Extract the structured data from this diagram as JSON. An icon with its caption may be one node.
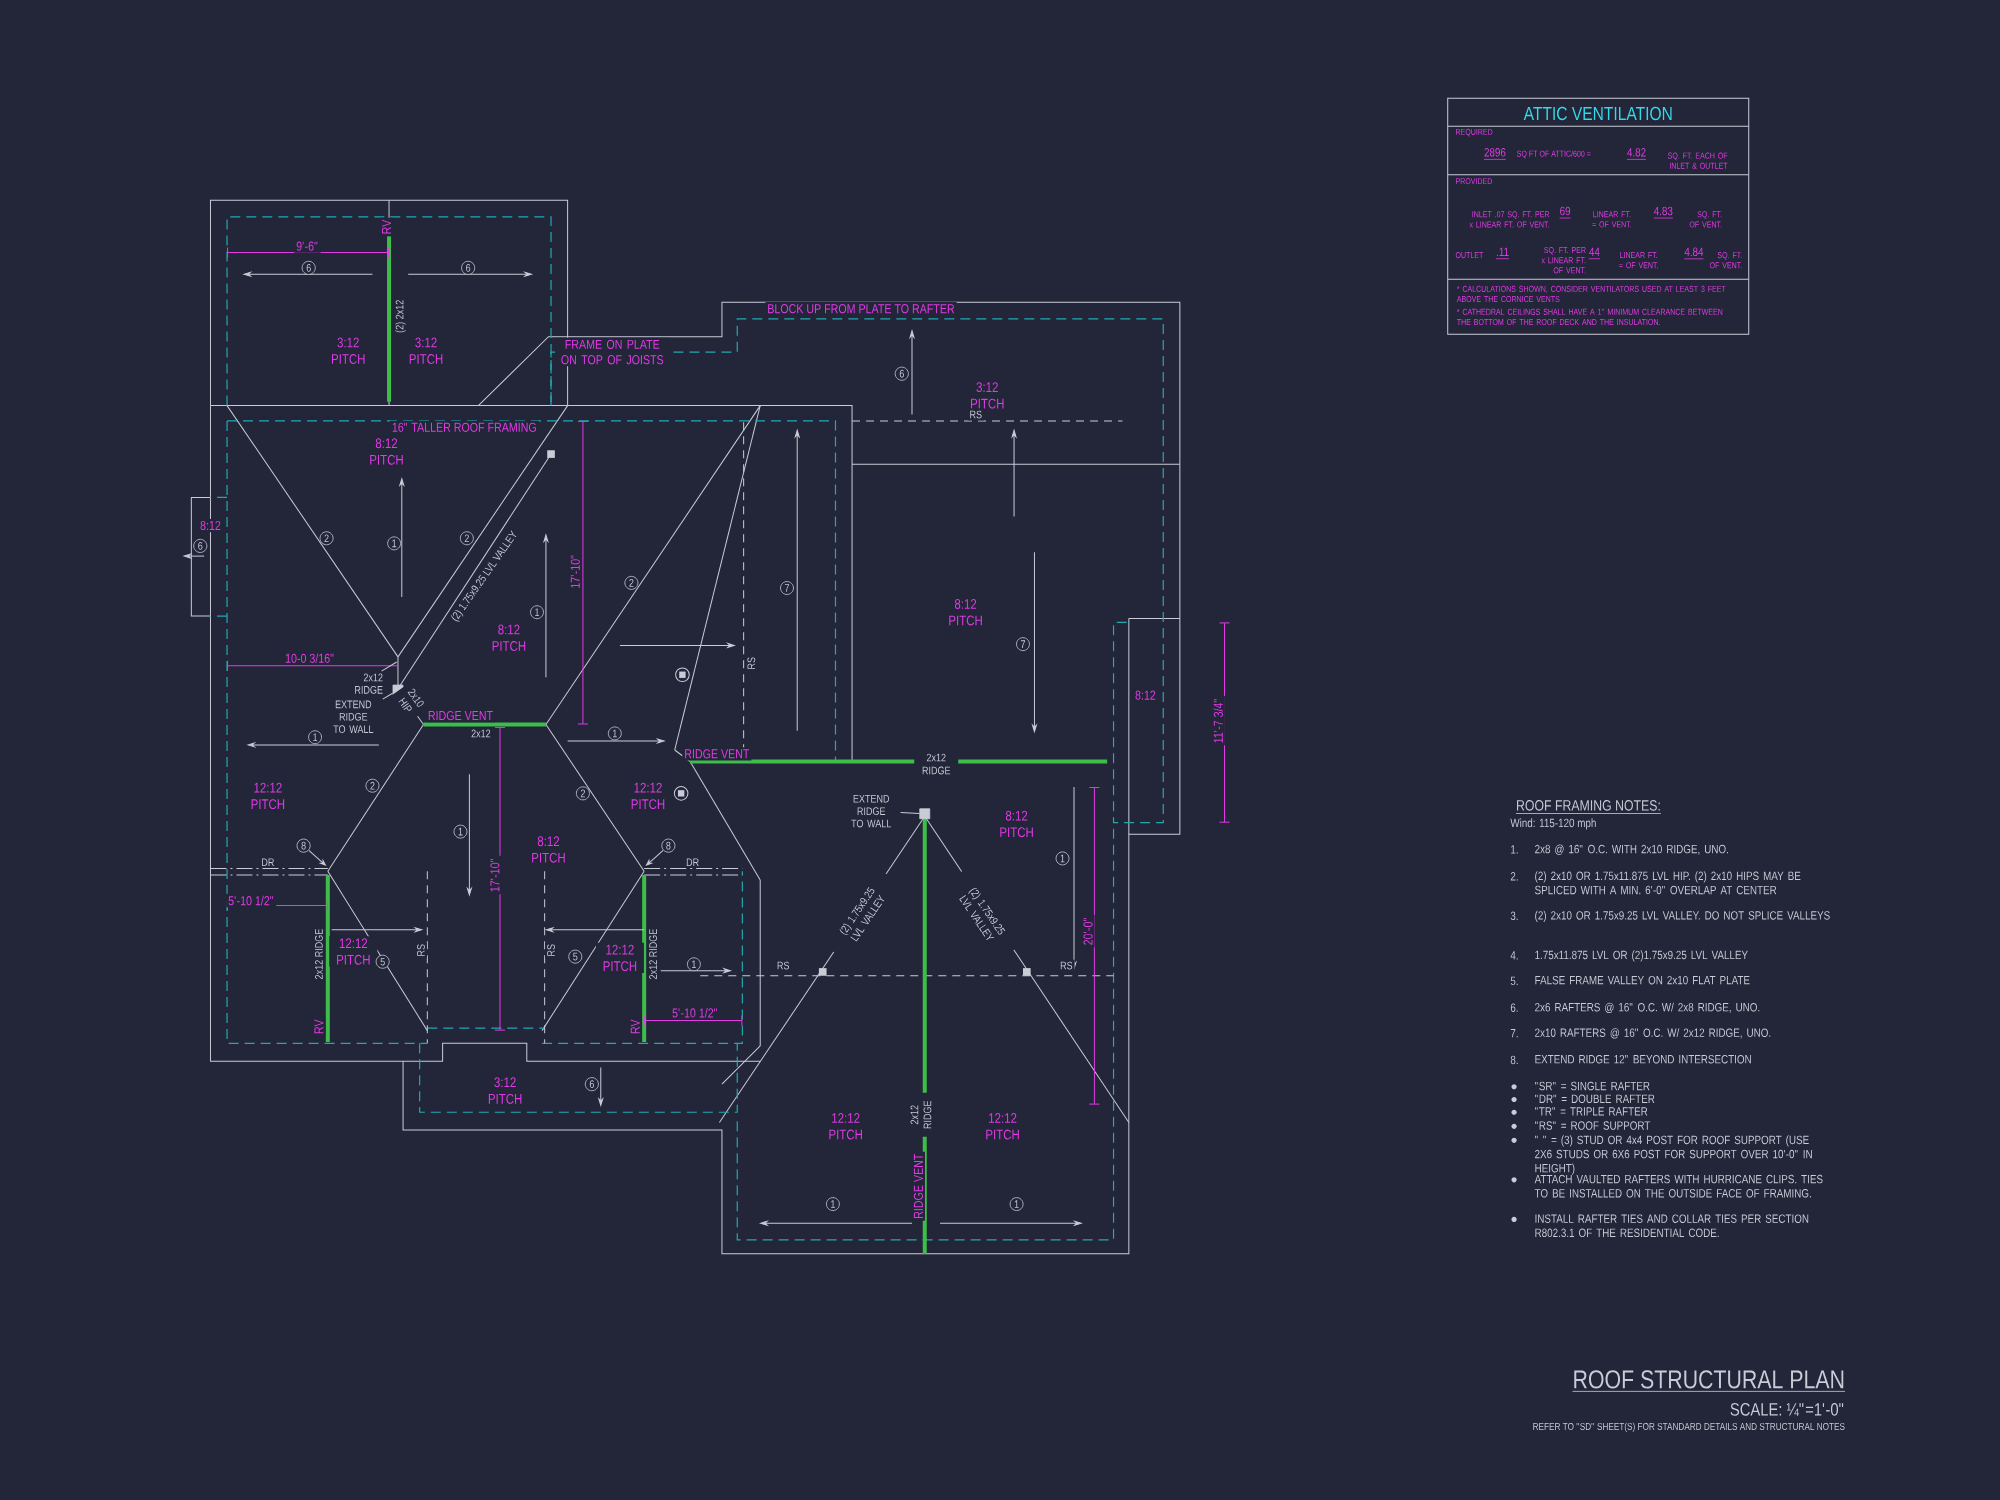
{
  "diagram": {
    "title": "ROOF STRUCTURAL PLAN",
    "nodes": [
      {
        "text": [
          "2x12 RIDGE"
        ]
      },
      {
        "text": [
          "EXTEND RIDGE TO WALL"
        ]
      },
      {
        "text": [],
        "shape": "box"
      },
      {
        "text": [
          "EXTEND RIDGE TO WALL"
        ]
      },
      {
        "text": [],
        "shape": "box"
      },
      {
        "text": [
          "8"
        ]
      },
      {
        "text": [
          "8"
        ]
      }
    ],
    "edges": [
      {
        "from": 0,
        "to": null,
        "arrow": "none"
      },
      {
        "from": 1,
        "to": 2,
        "arrow": "none"
      },
      {
        "from": 3,
        "to": 4,
        "arrow": "none"
      },
      {
        "from": 5,
        "to": null,
        "arrow": "to"
      },
      {
        "from": 6,
        "to": null,
        "arrow": "to"
      }
    ],
    "labels": [
      "RV",
      "9'-6\"",
      "6",
      "6",
      "(2) 2x12",
      "3:12 PITCH",
      "3:12 PITCH",
      "FRAME ON PLATE ON TOP OF JOISTS",
      "BLOCK UP FROM PLATE TO RAFTER",
      "6",
      "3:12 PITCH",
      "RS",
      "16\" TALLER ROOF FRAMING",
      "8:12 PITCH",
      "8:12",
      "6",
      "2",
      "1",
      "2",
      "(2) 1.75x9.25 LVL VALLEY",
      "17'-10\"",
      "2",
      "1",
      "8:12 PITCH",
      "7",
      "8:12 PITCH",
      "7",
      "10-0 3/16\"",
      "2x10 HIP",
      "RIDGE VENT",
      "2x12",
      "RS",
      "1",
      "1",
      "RIDGE VENT",
      "2x12 RIDGE",
      "8:12",
      "11'-7 3/4\"",
      "12:12 PITCH",
      "2",
      "2",
      "12:12 PITCH",
      "8:12 PITCH",
      "1",
      "8:12 PITCH",
      "17'-10\"",
      "DR",
      "DR",
      "1",
      "5'-10 1/2\"",
      "(2) 1.75x9.25 LVL VALLEY",
      "(2) 1.75x9.25 LVL VALLEY",
      "20'-0\"",
      "2x12 RIDGE",
      "12:12 PITCH",
      "5",
      "RS",
      "RS",
      "5",
      "12:12 PITCH",
      "2x12 RIDGE",
      "1",
      "RS",
      "RS",
      "RV",
      "RV",
      "5'-10 1/2\"",
      "3:12 PITCH",
      "6",
      "12:12 PITCH",
      "2x12 RIDGE",
      "12:12 PITCH",
      "RIDGE VENT",
      "1",
      "1",
      "ATTIC VENTILATION",
      "REQUIRED",
      "2896",
      "SQ FT OF ATTIC/600 =",
      "4.82",
      "SQ. FT. EACH OF INLET & OUTLET",
      "PROVIDED",
      "INLET .07 SQ. FT. PER x LINEAR FT. OF VENT.",
      "69",
      "LINEAR FT. = OF VENT.",
      "4.83",
      "SQ. FT. OF VENT.",
      "OUTLET",
      ".11",
      "SQ. FT. PER x LINEAR FT. OF VENT.",
      "44",
      "LINEAR FT. = OF VENT.",
      "4.84",
      "SQ. FT. OF VENT.",
      "* CALCULATIONS SHOWN, CONSIDER VENTILATORS USED AT LEAST 3 FEET ABOVE THE CORNICE VENTS",
      "* CATHEDRAL CEILINGS SHALL HAVE A 1\" MINIMUM CLEARANCE BETWEEN THE BOTTOM OF THE ROOF DECK AND THE INSULATION.",
      "ROOF FRAMING NOTES:",
      "Wind: 115-120 mph",
      "1.",
      "2x8 @ 16\" O.C. WITH 2x10 RIDGE, UNO.",
      "2.",
      "(2) 2x10 OR 1.75x11.875 LVL HIP. (2) 2x10 HIPS MAY BE SPLICED WITH A MIN. 6'-0\" OVERLAP AT CENTER",
      "3.",
      "(2) 2x10 OR 1.75x9.25 LVL VALLEY. DO NOT SPLICE VALLEYS",
      "4.",
      "1.75x11.875 LVL OR (2)1.75x9.25 LVL VALLEY",
      "5.",
      "FALSE FRAME VALLEY ON 2x10 FLAT PLATE",
      "6.",
      "2x6 RAFTERS @ 16\" O.C. W/ 2x8 RIDGE, UNO.",
      "7.",
      "2x10 RAFTERS @ 16\" O.C. W/ 2x12 RIDGE, UNO.",
      "8.",
      "EXTEND RIDGE 12\" BEYOND INTERSECTION",
      "\"SR\" = SINGLE RAFTER",
      "\"DR\" = DOUBLE RAFTER",
      "\"TR\" = TRIPLE RAFTER",
      "\"RS\" = ROOF SUPPORT",
      "\" \" = (3) STUD OR 4x4 POST FOR ROOF SUPPORT (USE 2X6 STUDS OR 6X6 POST FOR SUPPORT OVER 10'-0\" IN HEIGHT)",
      "ATTACH VAULTED RAFTERS WITH HURRICANE CLIPS. TIES TO BE INSTALLED ON THE OUTSIDE FACE OF FRAMING.",
      "INSTALL RAFTER TIES AND COLLAR TIES PER SECTION R802.3.1 OF THE RESIDENTIAL CODE.",
      "SCALE: ¼\"=1'-0\"",
      "REFER TO \"SD\" SHEET(S) FOR STANDARD DETAILS AND STRUCTURAL NOTES"
    ]
  }
}
